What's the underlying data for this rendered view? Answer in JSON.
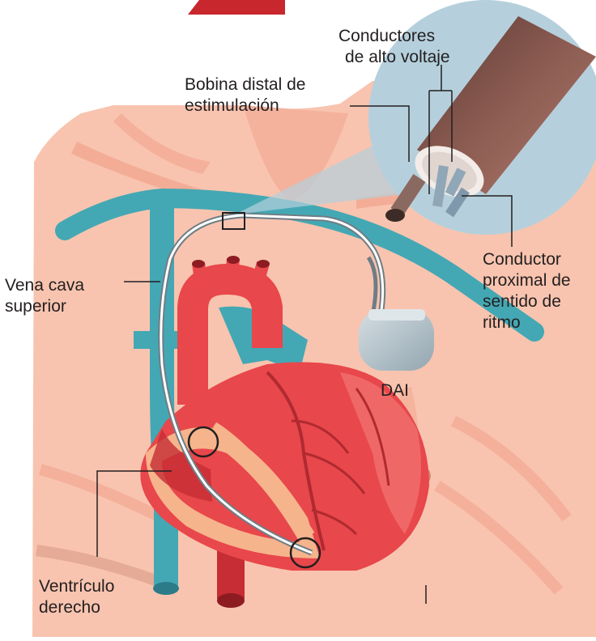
{
  "labels": {
    "conductores_alto_voltaje": [
      "Conductores",
      "de alto voltaje"
    ],
    "bobina_distal": [
      "Bobina distal de",
      "estimulación"
    ],
    "vena_cava": [
      "Vena cava",
      "superior"
    ],
    "conductor_proximal": [
      "Conductor",
      "proximal de",
      "sentido de",
      "ritmo"
    ],
    "dai": "DAI",
    "ventriculo": [
      "Ventrículo",
      "derecho"
    ]
  },
  "colors": {
    "skin": "#f8c4af",
    "skin_shadow": "#f1a48d",
    "vein": "#43a8b4",
    "heart": "#e8474b",
    "heart_dark": "#c62d34",
    "magnifier": "#b5d0dc",
    "device": "#a8b8c0",
    "lead_tube": "#7e5249"
  }
}
